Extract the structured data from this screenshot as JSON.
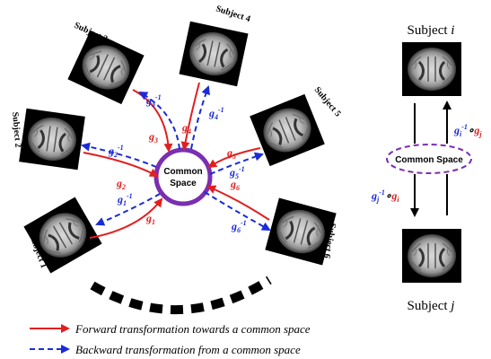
{
  "subjects": {
    "s1": "Subject 1",
    "s2": "Subject 2",
    "s3": "Subject 3",
    "s4": "Subject 4",
    "s5": "Subject 5",
    "s6": "Subject 6"
  },
  "center_hub": {
    "line1": "Common",
    "line2": "Space"
  },
  "forward_labels": {
    "g1": {
      "base": "g",
      "sub": "1"
    },
    "g2": {
      "base": "g",
      "sub": "2"
    },
    "g3": {
      "base": "g",
      "sub": "3"
    },
    "g4": {
      "base": "g",
      "sub": "4"
    },
    "g5": {
      "base": "g",
      "sub": "5"
    },
    "g6": {
      "base": "g",
      "sub": "6"
    }
  },
  "backward_labels": {
    "g1": {
      "base": "g",
      "sub": "1",
      "sup": "-1"
    },
    "g2": {
      "base": "g",
      "sub": "2",
      "sup": "-1"
    },
    "g3": {
      "base": "g",
      "sub": "3",
      "sup": "-1"
    },
    "g4": {
      "base": "g",
      "sub": "4",
      "sup": "-1"
    },
    "g5": {
      "base": "g",
      "sub": "5",
      "sup": "-1"
    },
    "g6": {
      "base": "g",
      "sub": "6",
      "sup": "-1"
    }
  },
  "right_panel": {
    "subject_i": {
      "prefix": "Subject ",
      "var": "i"
    },
    "subject_j": {
      "prefix": "Subject ",
      "var": "j"
    },
    "common_space": "Common Space",
    "up_label": {
      "g1": "g",
      "sub1": "i",
      "sup": "-1",
      "op": "∘",
      "g2": "g",
      "sub2": "j"
    },
    "down_label": {
      "g1": "g",
      "sub1": "j",
      "sup": "-1",
      "op": "∘",
      "g2": "g",
      "sub2": "i"
    }
  },
  "legend": {
    "forward": "Forward transformation towards a common space",
    "backward": "Backward transformation from a common space"
  },
  "colors": {
    "forward": "#e02020",
    "backward": "#1a2bd8",
    "hub": "#7a2fb0",
    "dashed_ellipse": "#7a2fb0"
  }
}
